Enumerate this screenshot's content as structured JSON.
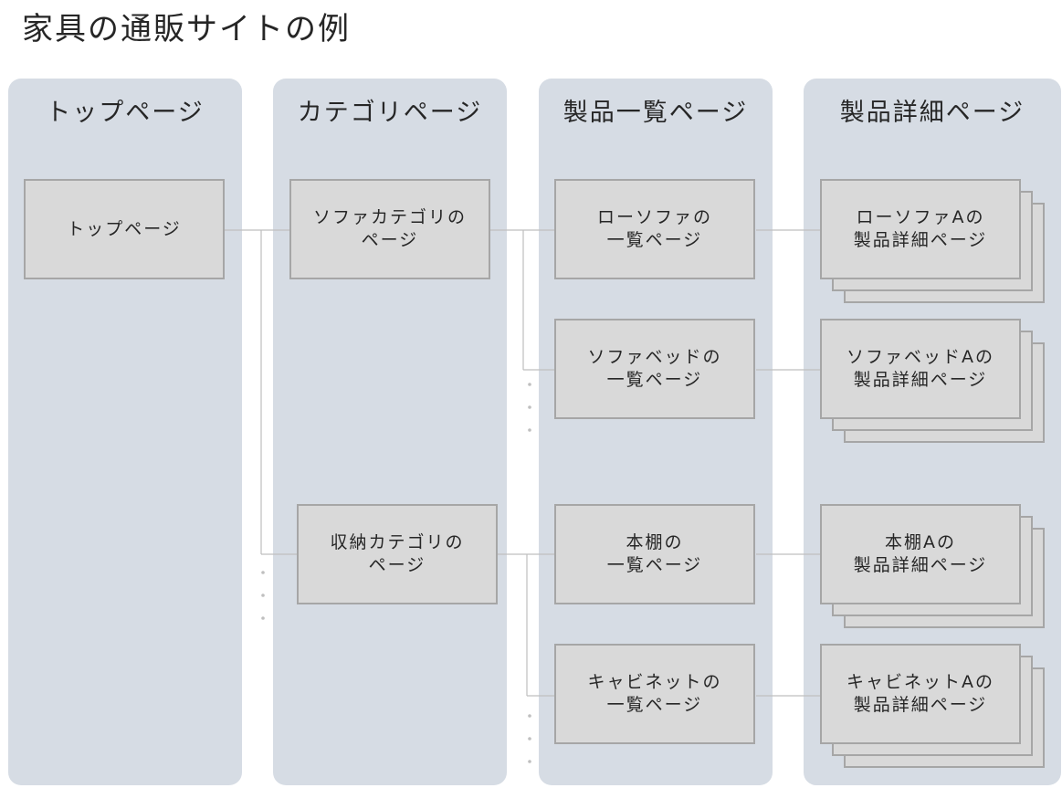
{
  "title": "家具の通販サイトの例",
  "columns": [
    {
      "header": "トップページ"
    },
    {
      "header": "カテゴリページ"
    },
    {
      "header": "製品一覧ページ"
    },
    {
      "header": "製品詳細ページ"
    }
  ],
  "top": {
    "line1": "トップページ"
  },
  "categories": [
    {
      "line1": "ソファカテゴリの",
      "line2": "ページ"
    },
    {
      "line1": "収納カテゴリの",
      "line2": "ページ"
    }
  ],
  "lists": [
    {
      "line1": "ローソファの",
      "line2": "一覧ページ"
    },
    {
      "line1": "ソファベッドの",
      "line2": "一覧ページ"
    },
    {
      "line1": "本棚の",
      "line2": "一覧ページ"
    },
    {
      "line1": "キャビネットの",
      "line2": "一覧ページ"
    }
  ],
  "details": [
    {
      "line1": "ローソファAの",
      "line2": "製品詳細ページ"
    },
    {
      "line1": "ソファベッドAの",
      "line2": "製品詳細ページ"
    },
    {
      "line1": "本棚Aの",
      "line2": "製品詳細ページ"
    },
    {
      "line1": "キャビネットAの",
      "line2": "製品詳細ページ"
    }
  ],
  "colors": {
    "column_bg": "#d6dce4",
    "box_fill": "#d9d9d9",
    "box_border": "#a6a6a6",
    "connector": "#bfbfbf",
    "text": "#262626"
  }
}
